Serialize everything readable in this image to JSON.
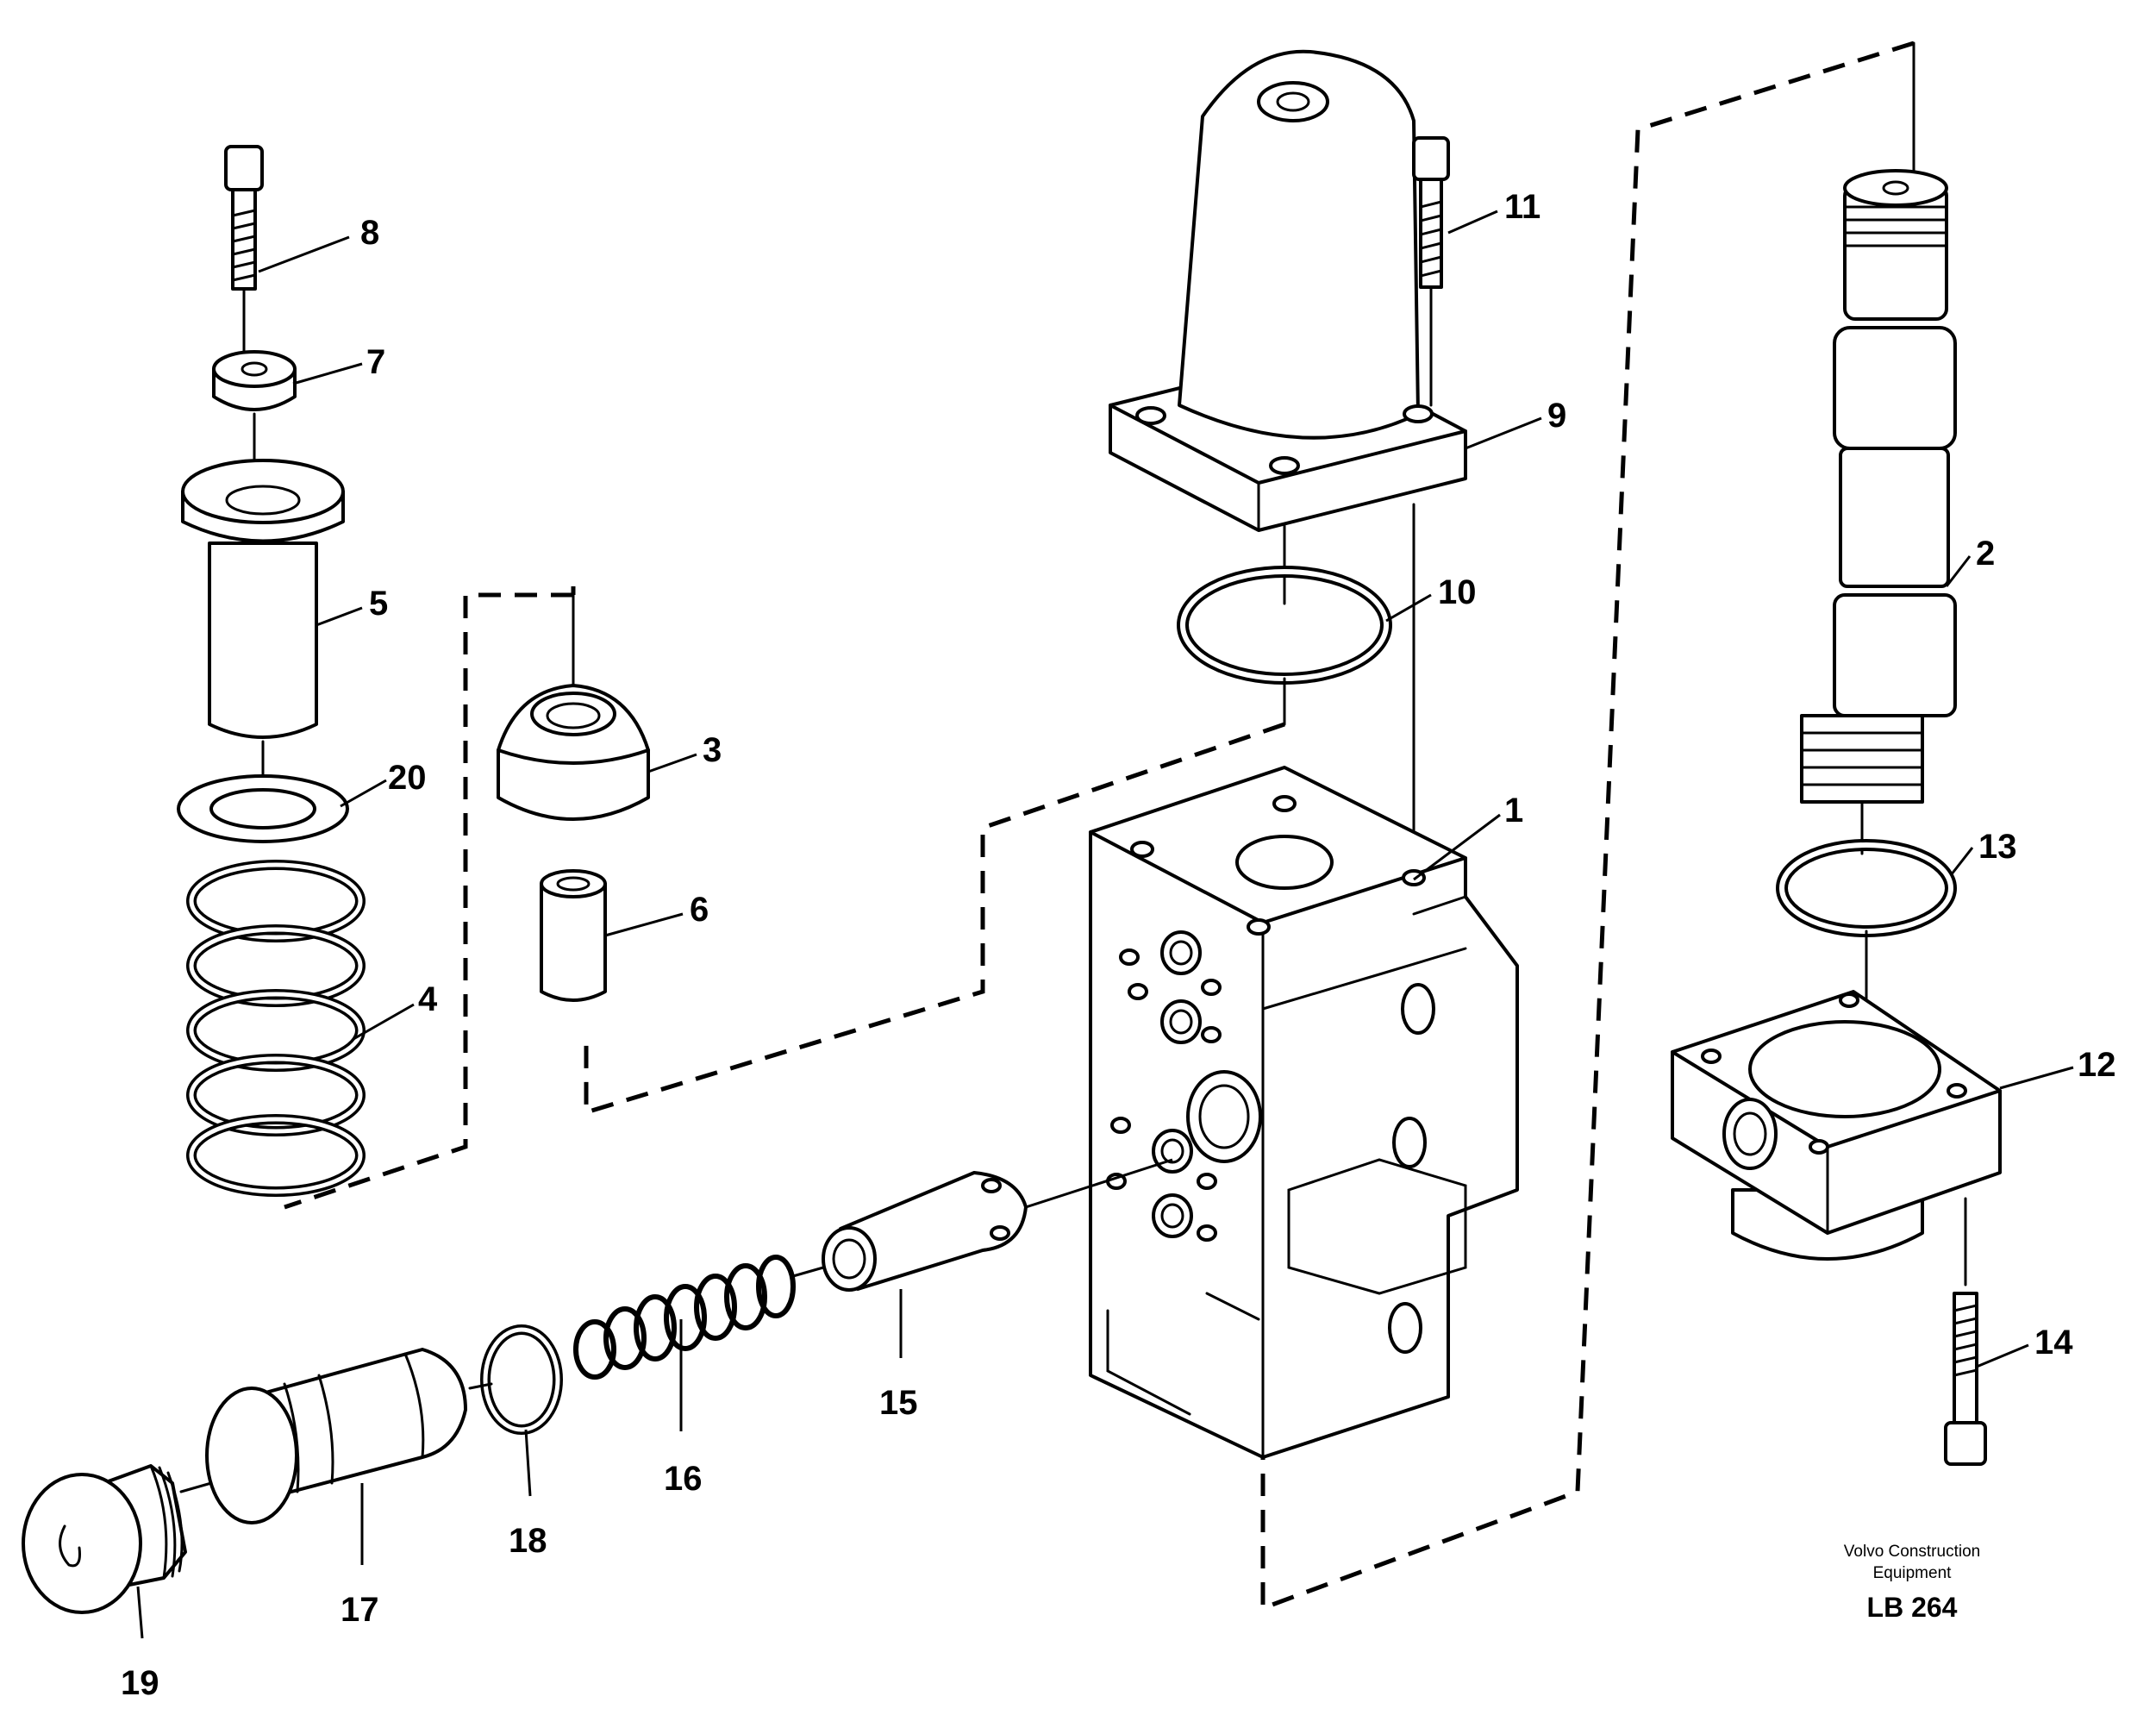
{
  "callouts": {
    "c1": "1",
    "c2": "2",
    "c3": "3",
    "c4": "4",
    "c5": "5",
    "c6": "6",
    "c7": "7",
    "c8": "8",
    "c9": "9",
    "c10": "10",
    "c11": "11",
    "c12": "12",
    "c13": "13",
    "c14": "14",
    "c15": "15",
    "c16": "16",
    "c17": "17",
    "c18": "18",
    "c19": "19",
    "c20": "20"
  },
  "caption": {
    "line1": "Volvo Construction",
    "line2": "Equipment",
    "code": "LB 264"
  }
}
